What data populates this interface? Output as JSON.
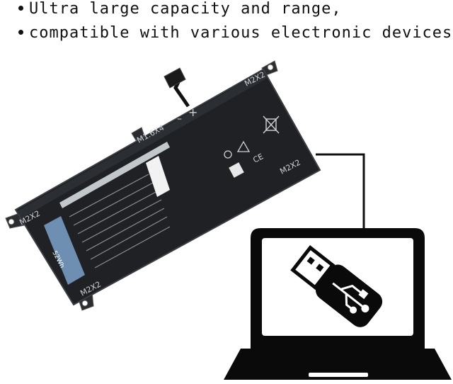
{
  "bullets": [
    "Ultra large capacity and range,",
    "compatible with various electronic devices"
  ],
  "battery": {
    "screw_labels": [
      "M2X2",
      "M2X2",
      "M2X2",
      "M2X2",
      "M1.6X4"
    ],
    "capacity": "52Wh",
    "polarity_minus": "–",
    "polarity_plus": "+",
    "ce_mark": "CE"
  },
  "colors": {
    "battery_body": "#1f2124",
    "battery_edge": "#3a3d42",
    "label_blue": "#6f8fb2",
    "laptop": "#0a0a0a",
    "cable": "#111111"
  },
  "icons": [
    "laptop-icon",
    "usb-drive-icon",
    "usb-symbol-icon",
    "battery-connector-icon",
    "recycle-bin-icon"
  ]
}
